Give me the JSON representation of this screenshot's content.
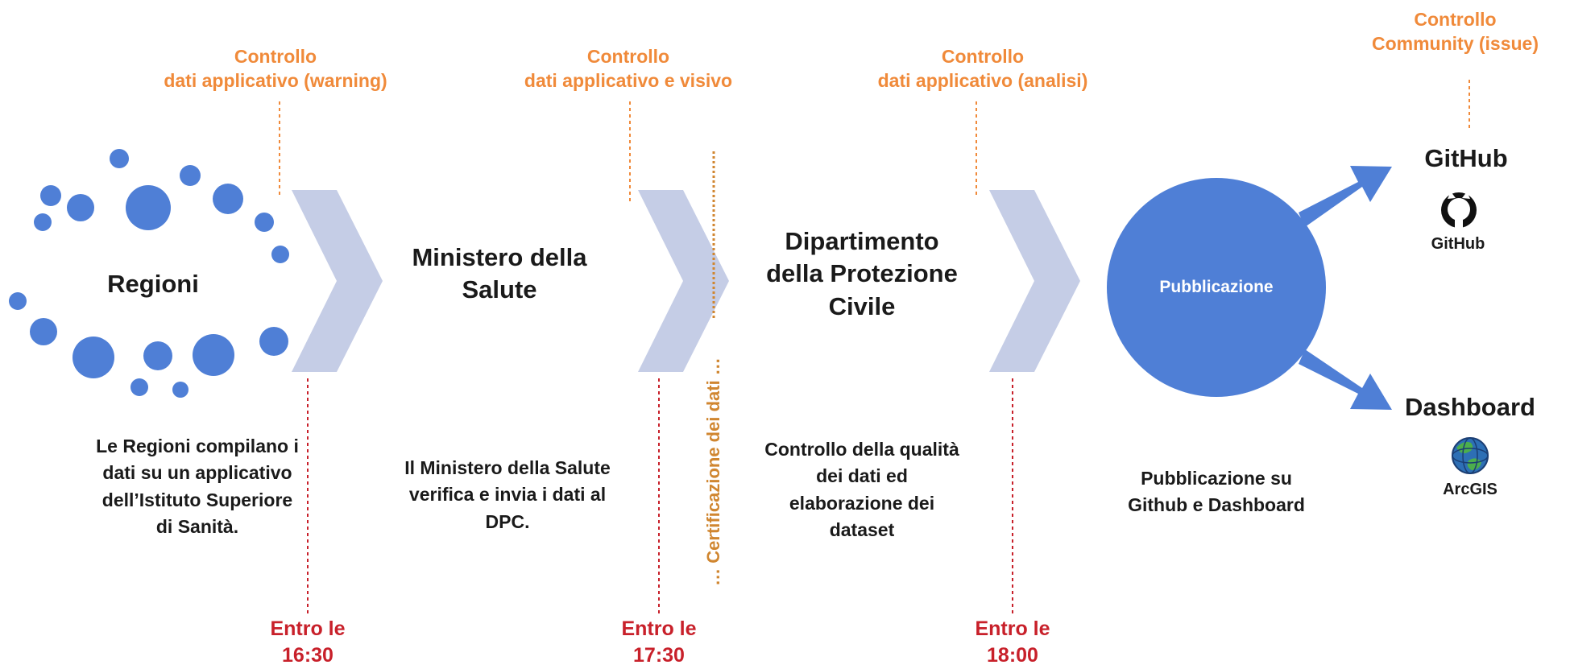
{
  "controls": [
    {
      "line1": "Controllo",
      "line2": "dati applicativo (warning)"
    },
    {
      "line1": "Controllo",
      "line2": "dati applicativo e visivo"
    },
    {
      "line1": "Controllo",
      "line2": "dati applicativo (analisi)"
    },
    {
      "line1": "Controllo",
      "line2": "Community (issue)"
    }
  ],
  "stages": {
    "regioni": "Regioni",
    "ministero": [
      "Ministero della",
      "Salute"
    ],
    "dpc": [
      "Dipartimento",
      "della Protezione",
      "Civile"
    ],
    "pubblicazione": "Pubblicazione"
  },
  "descriptions": {
    "regioni": [
      "Le Regioni compilano i",
      "dati su un applicativo",
      "dell’Istituto Superiore",
      "di Sanità."
    ],
    "ministero": [
      "Il Ministero della Salute",
      "verifica e invia i dati al",
      "DPC."
    ],
    "dpc": [
      "Controllo della qualità",
      "dei dati ed",
      "elaborazione dei",
      "dataset"
    ],
    "pubblicazione": [
      "Pubblicazione su",
      "Github e Dashboard"
    ]
  },
  "deadlines": [
    {
      "line1": "Entro le",
      "line2": "16:30"
    },
    {
      "line1": "Entro le",
      "line2": "17:30"
    },
    {
      "line1": "Entro le",
      "line2": "18:00"
    }
  ],
  "certification": "…  Certificazione dei dati  …",
  "outputs": {
    "github": {
      "title": "GitHub",
      "logo_text": "GitHub"
    },
    "dashboard": {
      "title": "Dashboard",
      "logo_text": "ArcGIS"
    }
  },
  "colors": {
    "control": "#f08a3a",
    "deadline": "#c8202a",
    "certification": "#d08630",
    "chevron": "#c5cde6",
    "circle": "#4f7fd6"
  }
}
